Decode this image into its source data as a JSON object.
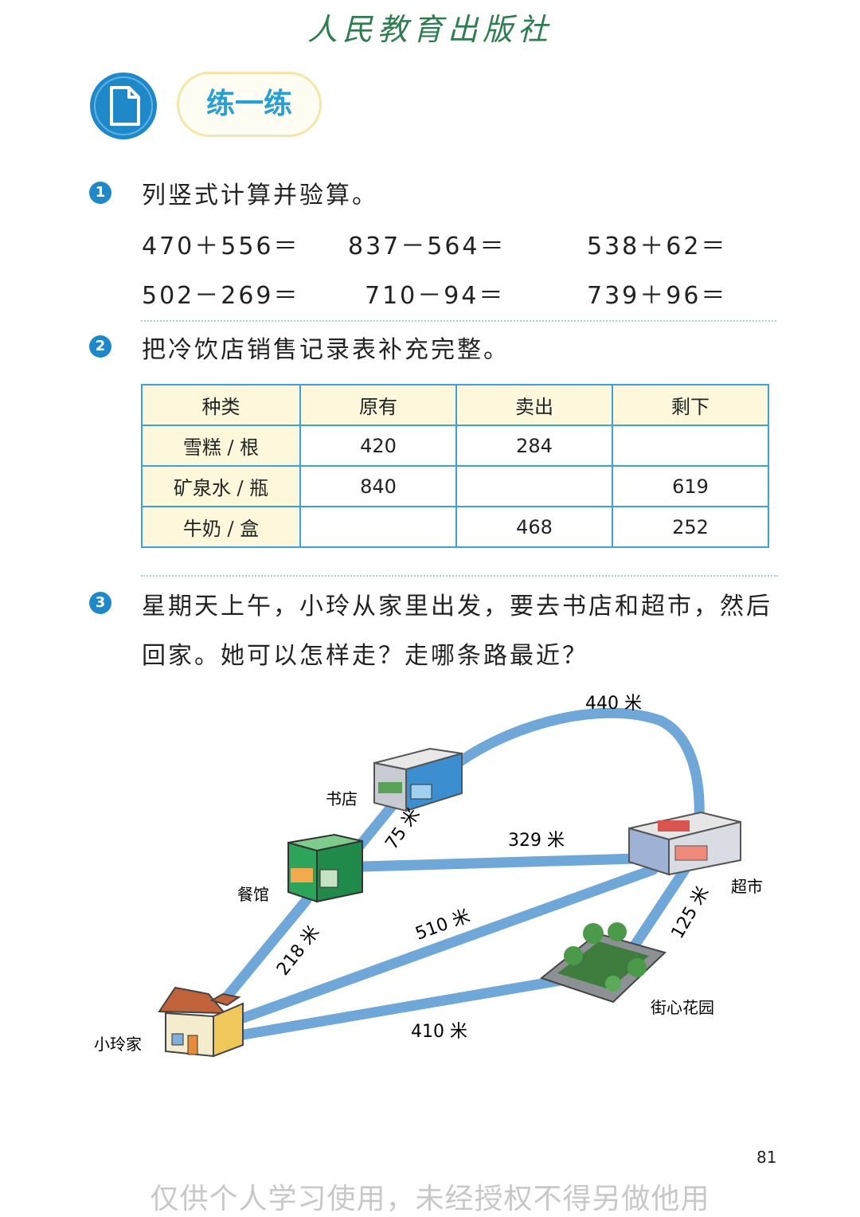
{
  "publisher": "人民教育出版社",
  "section": {
    "icon": "document-icon",
    "title": "练一练",
    "accent": "#1e88c8"
  },
  "q1": {
    "num": "1",
    "text": "列竖式计算并验算。",
    "equations": [
      "470＋556＝",
      "837－564＝",
      "538＋62＝",
      "502－269＝",
      "710－94＝",
      "739＋96＝"
    ]
  },
  "q2": {
    "num": "2",
    "text": "把冷饮店销售记录表补充完整。",
    "table": {
      "headers": [
        "种类",
        "原有",
        "卖出",
        "剩下"
      ],
      "rows": [
        [
          "雪糕 / 根",
          "420",
          "284",
          ""
        ],
        [
          "矿泉水 / 瓶",
          "840",
          "",
          "619"
        ],
        [
          "牛奶 / 盒",
          "",
          "468",
          "252"
        ]
      ]
    }
  },
  "q3": {
    "num": "3",
    "line1": "星期天上午，小玲从家里出发，要去书店和超市，然后",
    "line2": "回家。她可以怎样走？走哪条路最近？",
    "places": {
      "bookstore": "书店",
      "restaurant": "餐馆",
      "home": "小玲家",
      "supermarket": "超市",
      "garden": "街心花园"
    },
    "distances": {
      "book_super": "440 米",
      "book_rest": "75 米",
      "rest_super": "329 米",
      "rest_home": "218 米",
      "home_super": "510 米",
      "home_garden": "410 米",
      "garden_super": "125 米"
    }
  },
  "page_number": "81",
  "watermark": "仅供个人学习使用，未经授权不得另做他用"
}
